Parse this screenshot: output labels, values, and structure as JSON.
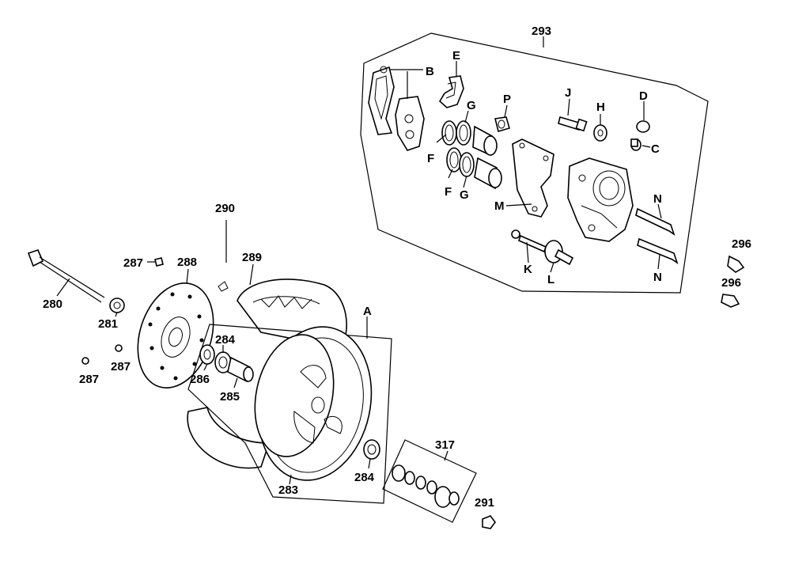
{
  "diagram": {
    "labels": {
      "c280": "280",
      "c281": "281",
      "c283": "283",
      "c284a": "284",
      "c284b": "284",
      "c285": "285",
      "c286": "286",
      "c287a": "287",
      "c287b": "287",
      "c287c": "287",
      "c288": "288",
      "c289": "289",
      "c290": "290",
      "c291": "291",
      "c293": "293",
      "c296a": "296",
      "c296b": "296",
      "c317": "317",
      "A": "A",
      "B": "B",
      "C": "C",
      "D": "D",
      "E": "E",
      "F1": "F",
      "F2": "F",
      "G1": "G",
      "G2": "G",
      "H": "H",
      "J": "J",
      "K": "K",
      "L": "L",
      "M": "M",
      "N1": "N",
      "N2": "N",
      "P": "P"
    }
  }
}
